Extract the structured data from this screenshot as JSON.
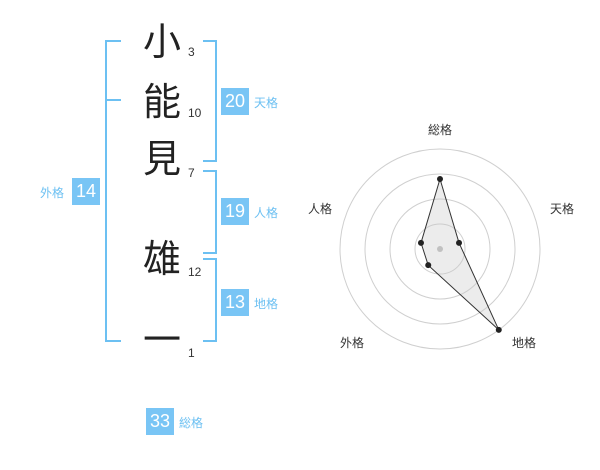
{
  "name": {
    "characters": [
      {
        "char": "小",
        "strokes": "3"
      },
      {
        "char": "能",
        "strokes": "10"
      },
      {
        "char": "見",
        "strokes": "7"
      },
      {
        "char": "雄",
        "strokes": "12"
      },
      {
        "char": "一",
        "strokes": "1"
      }
    ]
  },
  "kakusu": {
    "tenkaku": {
      "value": "20",
      "label": "天格"
    },
    "jinkaku": {
      "value": "19",
      "label": "人格"
    },
    "chikaku": {
      "value": "13",
      "label": "地格"
    },
    "gaikaku": {
      "value": "14",
      "label": "外格"
    },
    "soukaku": {
      "value": "33",
      "label": "総格"
    }
  },
  "colors": {
    "accent": "#79c5f5",
    "bracket": "#6cc0f2",
    "text": "#222222"
  },
  "chart_data": {
    "type": "radar",
    "axes": [
      "総格",
      "天格",
      "地格",
      "外格",
      "人格"
    ],
    "values": [
      0.7,
      0.2,
      1.0,
      0.2,
      0.2
    ],
    "rings": 4,
    "grid": true
  }
}
